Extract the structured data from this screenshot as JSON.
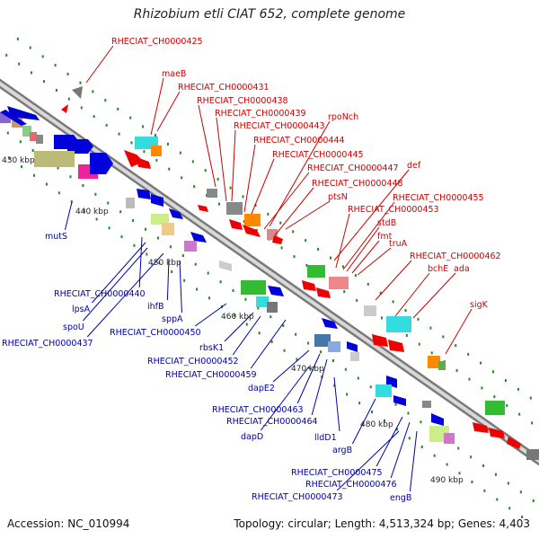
{
  "title": "Rhizobium etli CIAT 652, complete genome",
  "footer": {
    "accession": "Accession: NC_010994",
    "topology": "Topology: circular; Length: 4,513,324 bp; Genes: 4,403"
  },
  "colors": {
    "top_label": "#cc0000",
    "bottom_label": "#0000aa",
    "tick": "#228822",
    "backbone": "#8f8f8f"
  },
  "scale_labels": [
    "430 kbp",
    "440 kbp",
    "450 kbp",
    "460 kbp",
    "470 kbp",
    "480 kbp",
    "490 kbp"
  ],
  "top_labels": [
    "RHECIAT_CH0000425",
    "maeB",
    "RHECIAT_CH0000431",
    "RHECIAT_CH0000438",
    "RHECIAT_CH0000439",
    "rpoNch",
    "RHECIAT_CH0000443",
    "RHECIAT_CH0000444",
    "RHECIAT_CH0000445",
    "def",
    "RHECIAT_CH0000447",
    "RHECIAT_CH0000448",
    "ptsN",
    "RHECIAT_CH0000455",
    "RHECIAT_CH0000453",
    "stdB",
    "fmt",
    "truA",
    "RHECIAT_CH0000462",
    "bchE",
    "ada",
    "sigK"
  ],
  "bottom_labels": [
    "mutS",
    "RHECIAT_CH0000440",
    "lpsA",
    "spoU",
    "RHECIAT_CH0000437",
    "ihfB",
    "sppA",
    "RHECIAT_CH0000450",
    "rbsK1",
    "RHECIAT_CH0000452",
    "RHECIAT_CH0000459",
    "dapE2",
    "RHECIAT_CH0000463",
    "RHECIAT_CH0000464",
    "lldD1",
    "dapD",
    "argB",
    "RHECIAT_CH0000475",
    "RHECIAT_CH0000476",
    "RHECIAT_CH0000473",
    "engB"
  ]
}
